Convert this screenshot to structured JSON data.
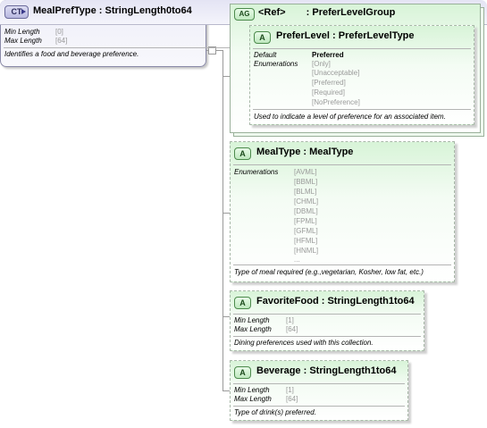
{
  "complex_type": {
    "badge": "CT",
    "name": "MealPrefType",
    "type": "StringLength0to64",
    "facets": [
      {
        "label": "Min Length",
        "value": "[0]"
      },
      {
        "label": "Max Length",
        "value": "[64]"
      }
    ],
    "description": "Identifies a food and beverage preference."
  },
  "attribute_group": {
    "badge": "AG",
    "ref": "<Ref>",
    "name": "PreferLevelGroup",
    "attribute": {
      "badge": "A",
      "name": "PreferLevel",
      "type": "PreferLevelType",
      "default_label": "Default",
      "enumerations_label": "Enumerations",
      "default_value": "Preferred",
      "enumerations": [
        "[Only]",
        "[Unacceptable]",
        "[Preferred]",
        "[Required]",
        "[NoPreference]"
      ],
      "description": "Used to indicate a level of preference for an associated item."
    }
  },
  "attributes": [
    {
      "badge": "A",
      "name": "MealType",
      "type": "MealType",
      "enumerations_label": "Enumerations",
      "enumerations": [
        "[AVML]",
        "[BBML]",
        "[BLML]",
        "[CHML]",
        "[DBML]",
        "[FPML]",
        "[GFML]",
        "[HFML]",
        "[HNML]",
        "..."
      ],
      "description": "Type of meal required (e.g.,vegetarian, Kosher, low fat, etc.)"
    },
    {
      "badge": "A",
      "name": "FavoriteFood",
      "type": "StringLength1to64",
      "facets": [
        {
          "label": "Min Length",
          "value": "[1]"
        },
        {
          "label": "Max Length",
          "value": "[64]"
        }
      ],
      "description": "Dining preferences used with this collection."
    },
    {
      "badge": "A",
      "name": "Beverage",
      "type": "StringLength1to64",
      "facets": [
        {
          "label": "Min Length",
          "value": "[1]"
        },
        {
          "label": "Max Length",
          "value": "[64]"
        }
      ],
      "description": "Type of drink(s) preferred."
    }
  ],
  "separator": ":",
  "colors": {
    "complex_type_fill": "#eeeef8",
    "complex_type_border": "#8a8aa8",
    "attribute_fill": "#d8f4d8",
    "attribute_border": "#a8b8a8",
    "facet_value": "#9a9a9a"
  }
}
